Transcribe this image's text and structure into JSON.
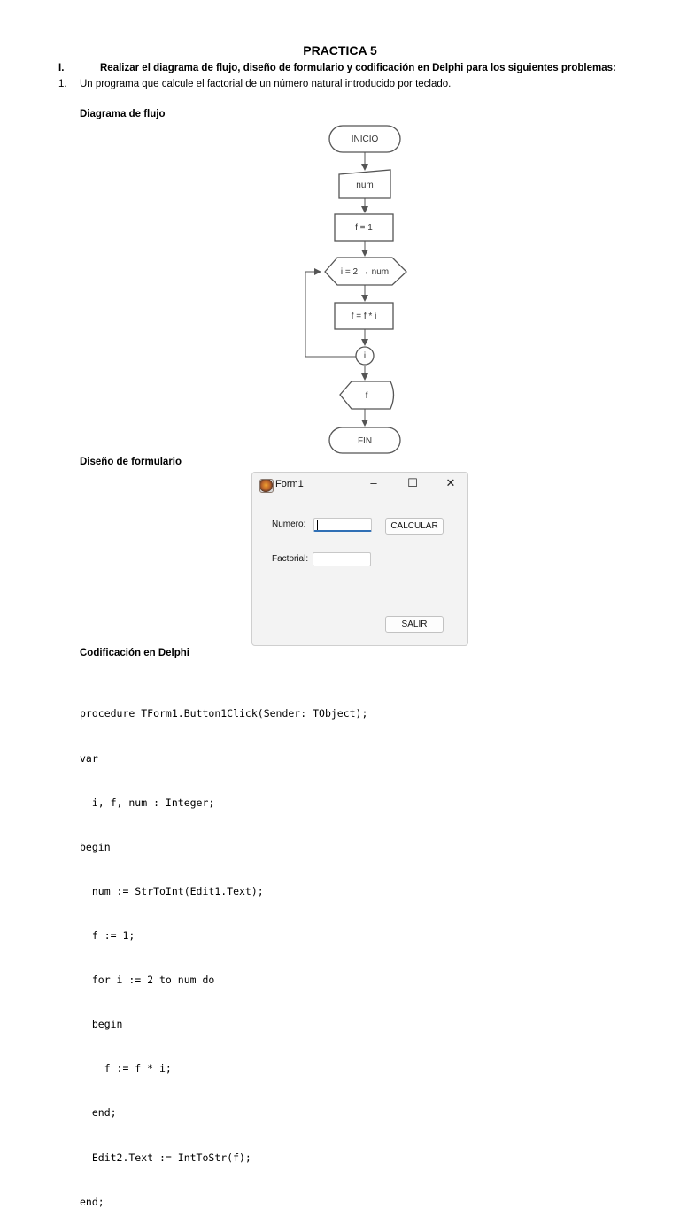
{
  "title": "PRACTICA 5",
  "section": {
    "number": "I.",
    "text": "Realizar el diagrama de flujo, diseño de formulario y codificación en Delphi para los siguientes problemas:"
  },
  "problem1": {
    "number": "1.",
    "text": "Un programa que calcule el factorial de un número natural introducido por teclado."
  },
  "headings": {
    "flow": "Diagrama de flujo",
    "form": "Diseño de formulario",
    "code": "Codificación en Delphi"
  },
  "flowchart": {
    "start": "INICIO",
    "input": "num",
    "init": "f = 1",
    "loop": "i = 2 → num",
    "body": "f = f * i",
    "connector": "i",
    "output": "f",
    "end": "FIN"
  },
  "form": {
    "title": "Form1",
    "minimize": "–",
    "maximize": "☐",
    "close": "✕",
    "numero_label": "Numero:",
    "numero_value": "",
    "factorial_label": "Factorial:",
    "factorial_value": "",
    "calcular_button": "CALCULAR",
    "salir_button": "SALIR"
  },
  "code": [
    "procedure TForm1.Button1Click(Sender: TObject);",
    "var",
    "  i, f, num : Integer;",
    "begin",
    "  num := StrToInt(Edit1.Text);",
    "  f := 1;",
    "  for i := 2 to num do",
    "  begin",
    "    f := f * i;",
    "  end;",
    "  Edit2.Text := IntToStr(f);",
    "end;"
  ]
}
